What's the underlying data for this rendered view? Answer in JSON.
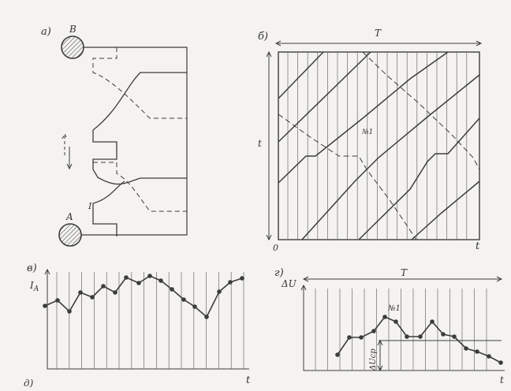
{
  "panel_labels": {
    "a": "а)",
    "b": "б)",
    "v": "в)",
    "g": "г)",
    "d": "д)"
  },
  "nodes": {
    "top": "B",
    "bottom": "A"
  },
  "current_label": "I",
  "panel_b": {
    "period": "T",
    "t_axis": "t",
    "v_axis": "t",
    "origin": "0",
    "train_label": "№1"
  },
  "panel_v": {
    "y_label": "I",
    "y_sub": "A",
    "x_label": "t"
  },
  "panel_g": {
    "y_label": "ΔU",
    "period": "T",
    "train_label": "№1",
    "threshold_label": "ΔUср",
    "x_label": "t"
  },
  "colors": {
    "ink": "#3c3c3c",
    "paper": "#f4f3ef"
  }
}
